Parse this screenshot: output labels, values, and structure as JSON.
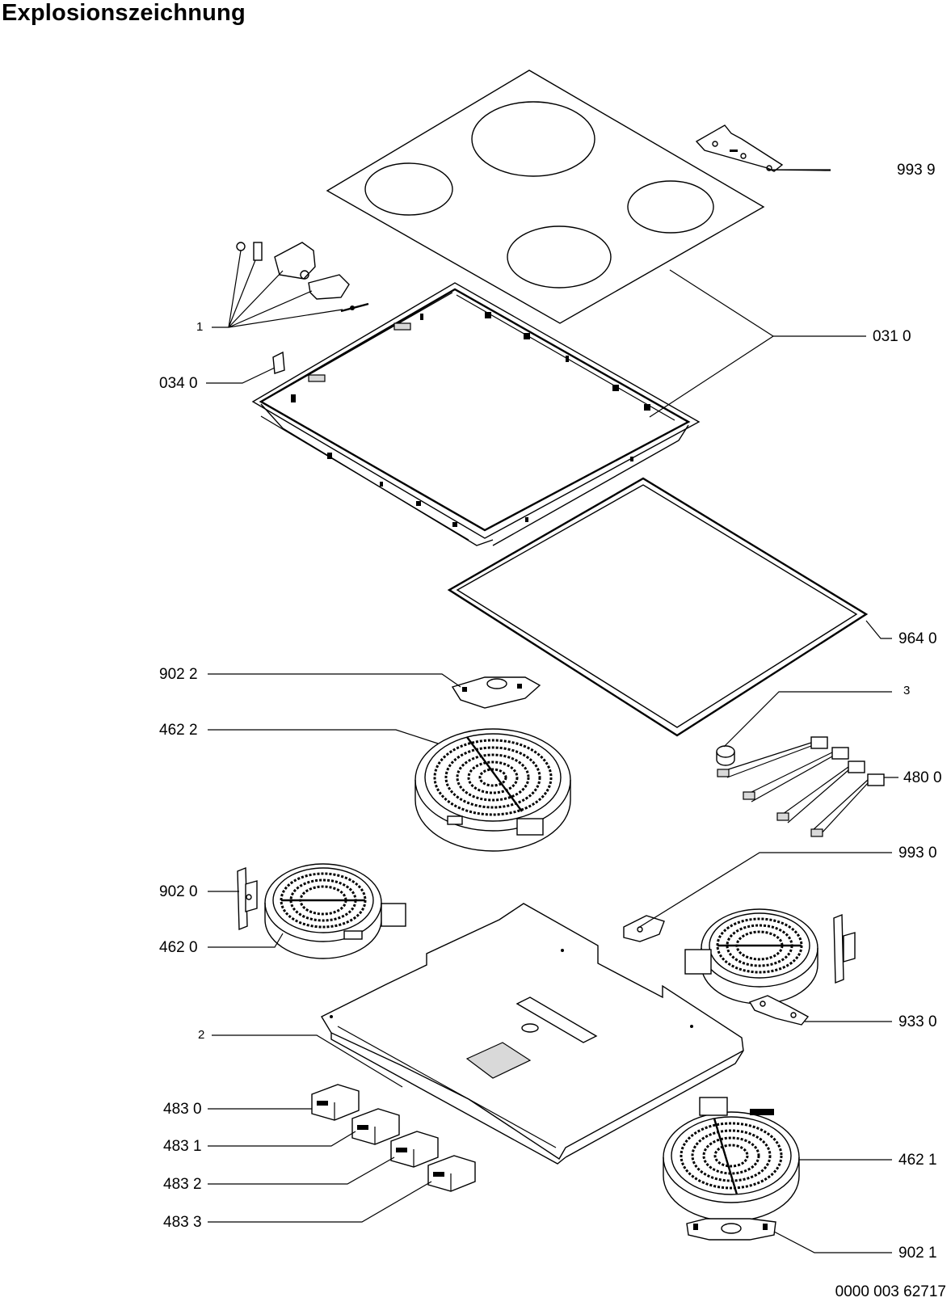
{
  "title": "Explosionszeichnung",
  "document_number": "0000 003 62717",
  "labels": {
    "p9939": "993 9",
    "p0310": "031 0",
    "p1": "1",
    "p0340": "034 0",
    "p9640": "964 0",
    "p9022": "902 2",
    "p3": "3",
    "p4622": "462 2",
    "p4800": "480 0",
    "p9930": "993 0",
    "p9020": "902 0",
    "p4620": "462 0",
    "p9330": "933 0",
    "p2": "2",
    "p4830": "483 0",
    "p4831": "483 1",
    "p4832": "483 2",
    "p4833": "483 3",
    "p4621": "462 1",
    "p9021": "902 1"
  }
}
